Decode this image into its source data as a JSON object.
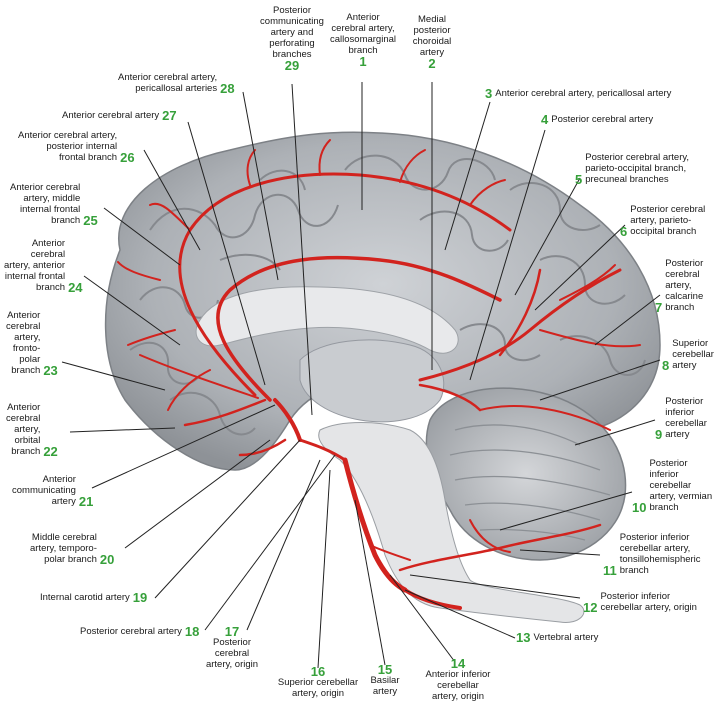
{
  "labels": [
    {
      "n": "1",
      "text": "Anterior\ncerebral artery,\ncallosomarginal\nbranch"
    },
    {
      "n": "2",
      "text": "Medial\nposterior\nchoroidal\nartery"
    },
    {
      "n": "3",
      "text": "Anterior cerebral artery, pericallosal artery"
    },
    {
      "n": "4",
      "text": "Posterior cerebral artery"
    },
    {
      "n": "5",
      "text": "Posterior cerebral artery,\nparieto-occipital branch,\nprecuneal branches"
    },
    {
      "n": "6",
      "text": "Posterior cerebral\nartery, parieto-\noccipital branch"
    },
    {
      "n": "7",
      "text": "Posterior\ncerebral\nartery,\ncalcarine\nbranch"
    },
    {
      "n": "8",
      "text": "Superior\ncerebellar\nartery"
    },
    {
      "n": "9",
      "text": "Posterior\ninferior\ncerebellar\nartery"
    },
    {
      "n": "10",
      "text": "Posterior\ninferior\ncerebellar\nartery, vermian\nbranch"
    },
    {
      "n": "11",
      "text": "Posterior inferior\ncerebellar artery,\ntonsillohemispheric\nbranch"
    },
    {
      "n": "12",
      "text": "Posterior inferior\ncerebellar artery, origin"
    },
    {
      "n": "13",
      "text": "Vertebral artery"
    },
    {
      "n": "14",
      "text": "Anterior inferior\ncerebellar\nartery, origin"
    },
    {
      "n": "15",
      "text": "Basilar\nartery"
    },
    {
      "n": "16",
      "text": "Superior cerebellar\nartery, origin"
    },
    {
      "n": "17",
      "text": "Posterior\ncerebral\nartery, origin"
    },
    {
      "n": "18",
      "text": "Posterior cerebral artery"
    },
    {
      "n": "19",
      "text": "Internal carotid artery"
    },
    {
      "n": "20",
      "text": "Middle cerebral\nartery, temporo-\npolar branch"
    },
    {
      "n": "21",
      "text": "Anterior\ncommunicating\nartery"
    },
    {
      "n": "22",
      "text": "Anterior\ncerebral\nartery,\norbital\nbranch"
    },
    {
      "n": "23",
      "text": "Anterior\ncerebral\nartery,\nfronto-\npolar\nbranch"
    },
    {
      "n": "24",
      "text": "Anterior\ncerebral\nartery, anterior\ninternal frontal\nbranch"
    },
    {
      "n": "25",
      "text": "Anterior cerebral\nartery, middle\ninternal frontal\nbranch"
    },
    {
      "n": "26",
      "text": "Anterior cerebral artery,\nposterior internal\nfrontal branch"
    },
    {
      "n": "27",
      "text": "Anterior cerebral artery"
    },
    {
      "n": "28",
      "text": "Anterior cerebral artery,\npericallosal arteries"
    },
    {
      "n": "29",
      "text": "Posterior\ncommunicating\nartery and\nperforating\nbranches"
    }
  ],
  "colors": {
    "artery": "#d2231e",
    "brain": "#b4b8bd",
    "number": "#36a03a",
    "leader": "#222222"
  }
}
